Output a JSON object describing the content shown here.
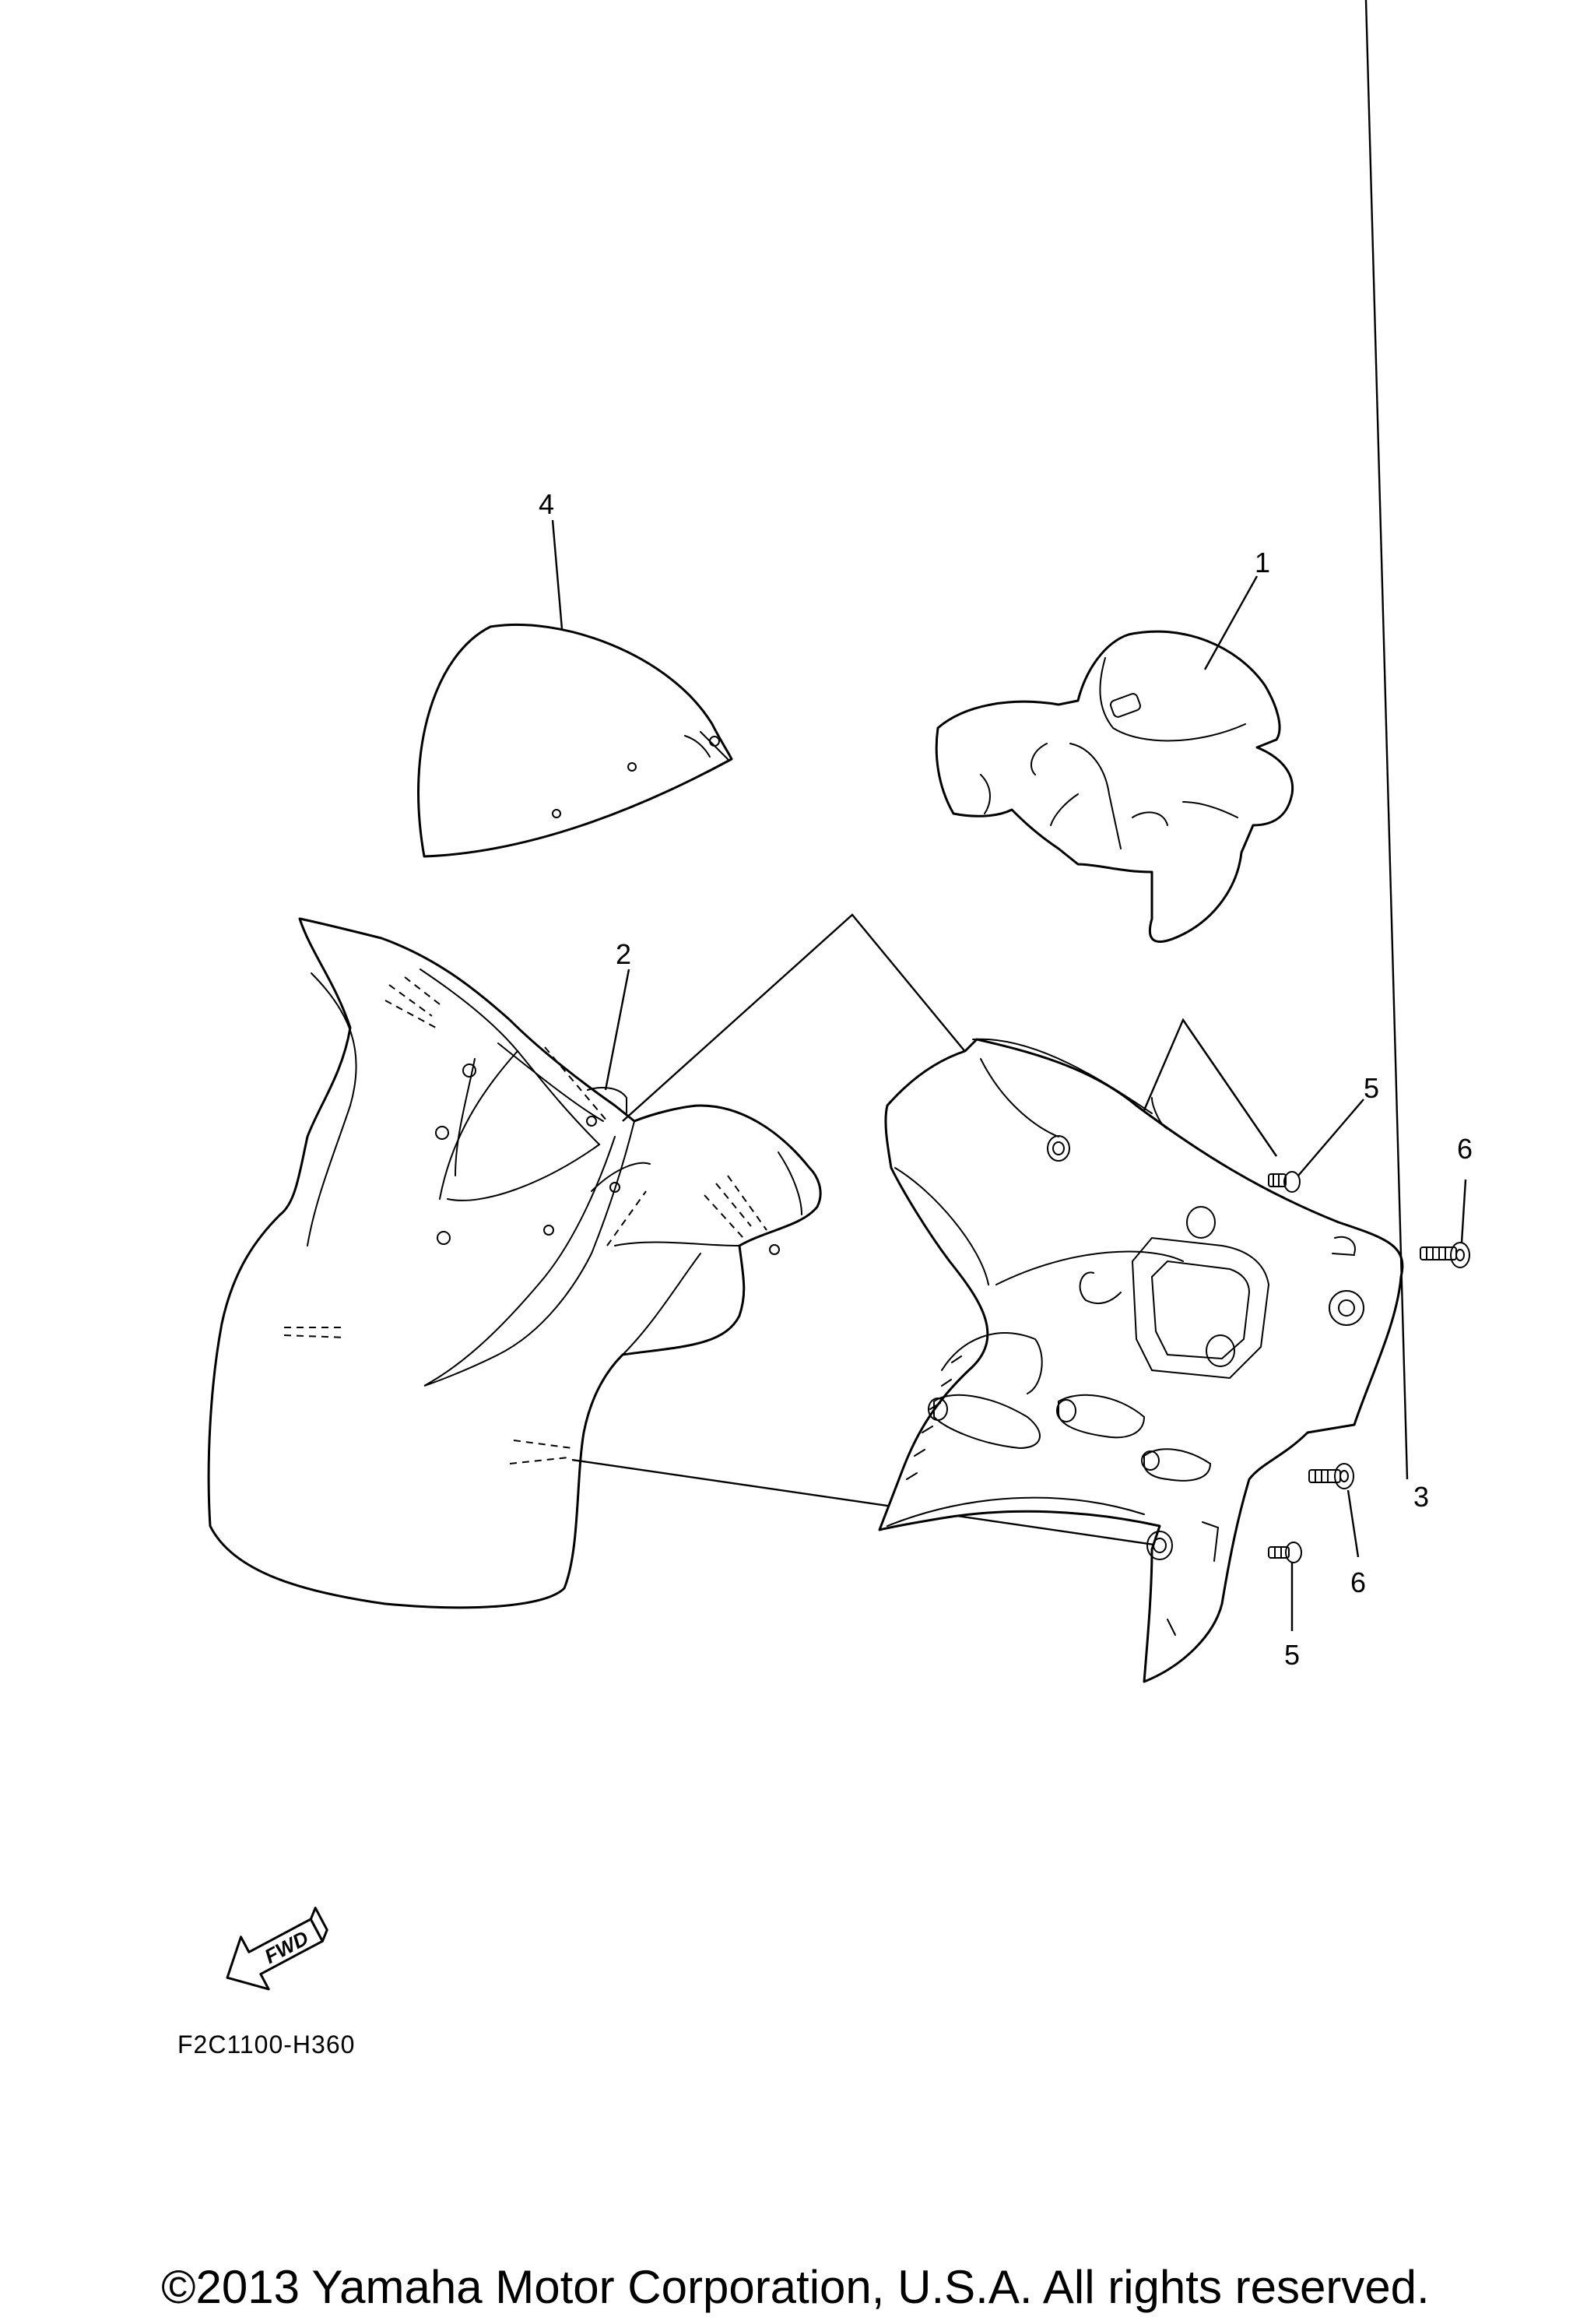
{
  "callouts": [
    {
      "id": "part-1",
      "label": "1"
    },
    {
      "id": "part-2",
      "label": "2"
    },
    {
      "id": "part-3",
      "label": "3"
    },
    {
      "id": "part-4",
      "label": "4"
    },
    {
      "id": "part-5-upper",
      "label": "5"
    },
    {
      "id": "part-5-lower",
      "label": "5"
    },
    {
      "id": "part-6-upper",
      "label": "6"
    },
    {
      "id": "part-6-lower",
      "label": "6"
    }
  ],
  "direction_marker": {
    "label": "FWD",
    "icon": "fwd-arrow-icon"
  },
  "diagram_code": "F2C1100-H360",
  "copyright": "©2013 Yamaha Motor Corporation, U.S.A. All rights reserved."
}
